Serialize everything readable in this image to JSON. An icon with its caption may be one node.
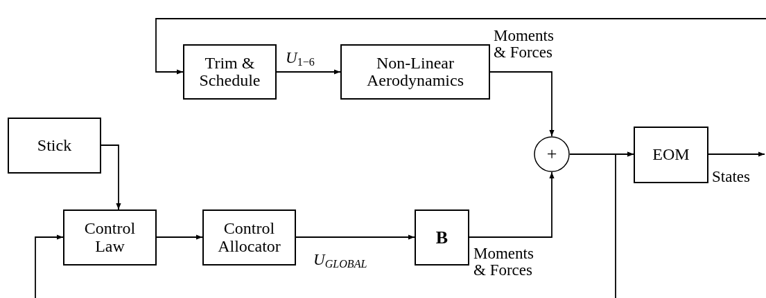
{
  "diagram": {
    "nodes": [
      {
        "text": [
          "Trim & Schedule"
        ]
      },
      {
        "text": [
          "Non-Linear Aerodynamics"
        ]
      },
      {
        "text": [
          "Stick"
        ]
      },
      {
        "text": [
          "Control Law"
        ]
      },
      {
        "text": [
          "Control Allocator"
        ]
      },
      {
        "text": [
          "B"
        ]
      },
      {
        "text": [
          "+"
        ]
      },
      {
        "text": [
          "EOM"
        ]
      }
    ],
    "edges": [
      {
        "from": null,
        "to": 0,
        "arrow": "to"
      },
      {
        "from": 0,
        "to": 1,
        "arrow": "to",
        "label": "*U*$_{1−6}$"
      },
      {
        "from": 1,
        "to": 6,
        "arrow": "to",
        "label": "Moments & Forces"
      },
      {
        "from": 2,
        "to": 3,
        "arrow": "to"
      },
      {
        "from": 3,
        "to": 4,
        "arrow": "to"
      },
      {
        "from": 4,
        "to": 5,
        "arrow": "to",
        "label": "*U*$_{GLOBAL}$"
      },
      {
        "from": 5,
        "to": 6,
        "arrow": "to",
        "label": "Moments & Forces"
      },
      {
        "from": 6,
        "to": 7,
        "arrow": "to"
      },
      {
        "from": 7,
        "to": null,
        "arrow": "to",
        "label": "States"
      },
      {
        "from": null,
        "to": 3,
        "arrow": "to"
      },
      {
        "from": null,
        "to": 7,
        "arrow": "to"
      }
    ]
  }
}
